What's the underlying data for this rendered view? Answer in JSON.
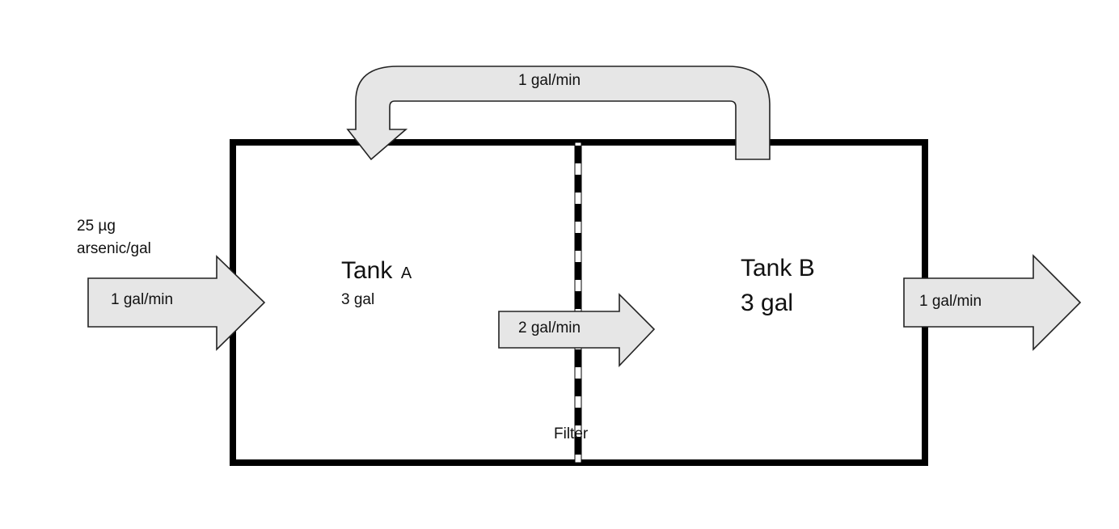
{
  "inlet": {
    "concentration_line1": "25 µg",
    "concentration_line2": "arsenic/gal",
    "flow_label": "1 gal/min"
  },
  "tank_a": {
    "name": "Tank",
    "suffix": "A",
    "volume": "3 gal"
  },
  "tank_b": {
    "name": "Tank B",
    "volume": "3 gal"
  },
  "transfer": {
    "flow_label": "2 gal/min"
  },
  "recirculation": {
    "flow_label": "1 gal/min"
  },
  "outlet": {
    "flow_label": "1 gal/min"
  },
  "filter": {
    "label": "Filter"
  },
  "colors": {
    "arrow_fill": "#e6e6e6",
    "tank_wall": "#000000",
    "filter_stripe": "#000000"
  }
}
